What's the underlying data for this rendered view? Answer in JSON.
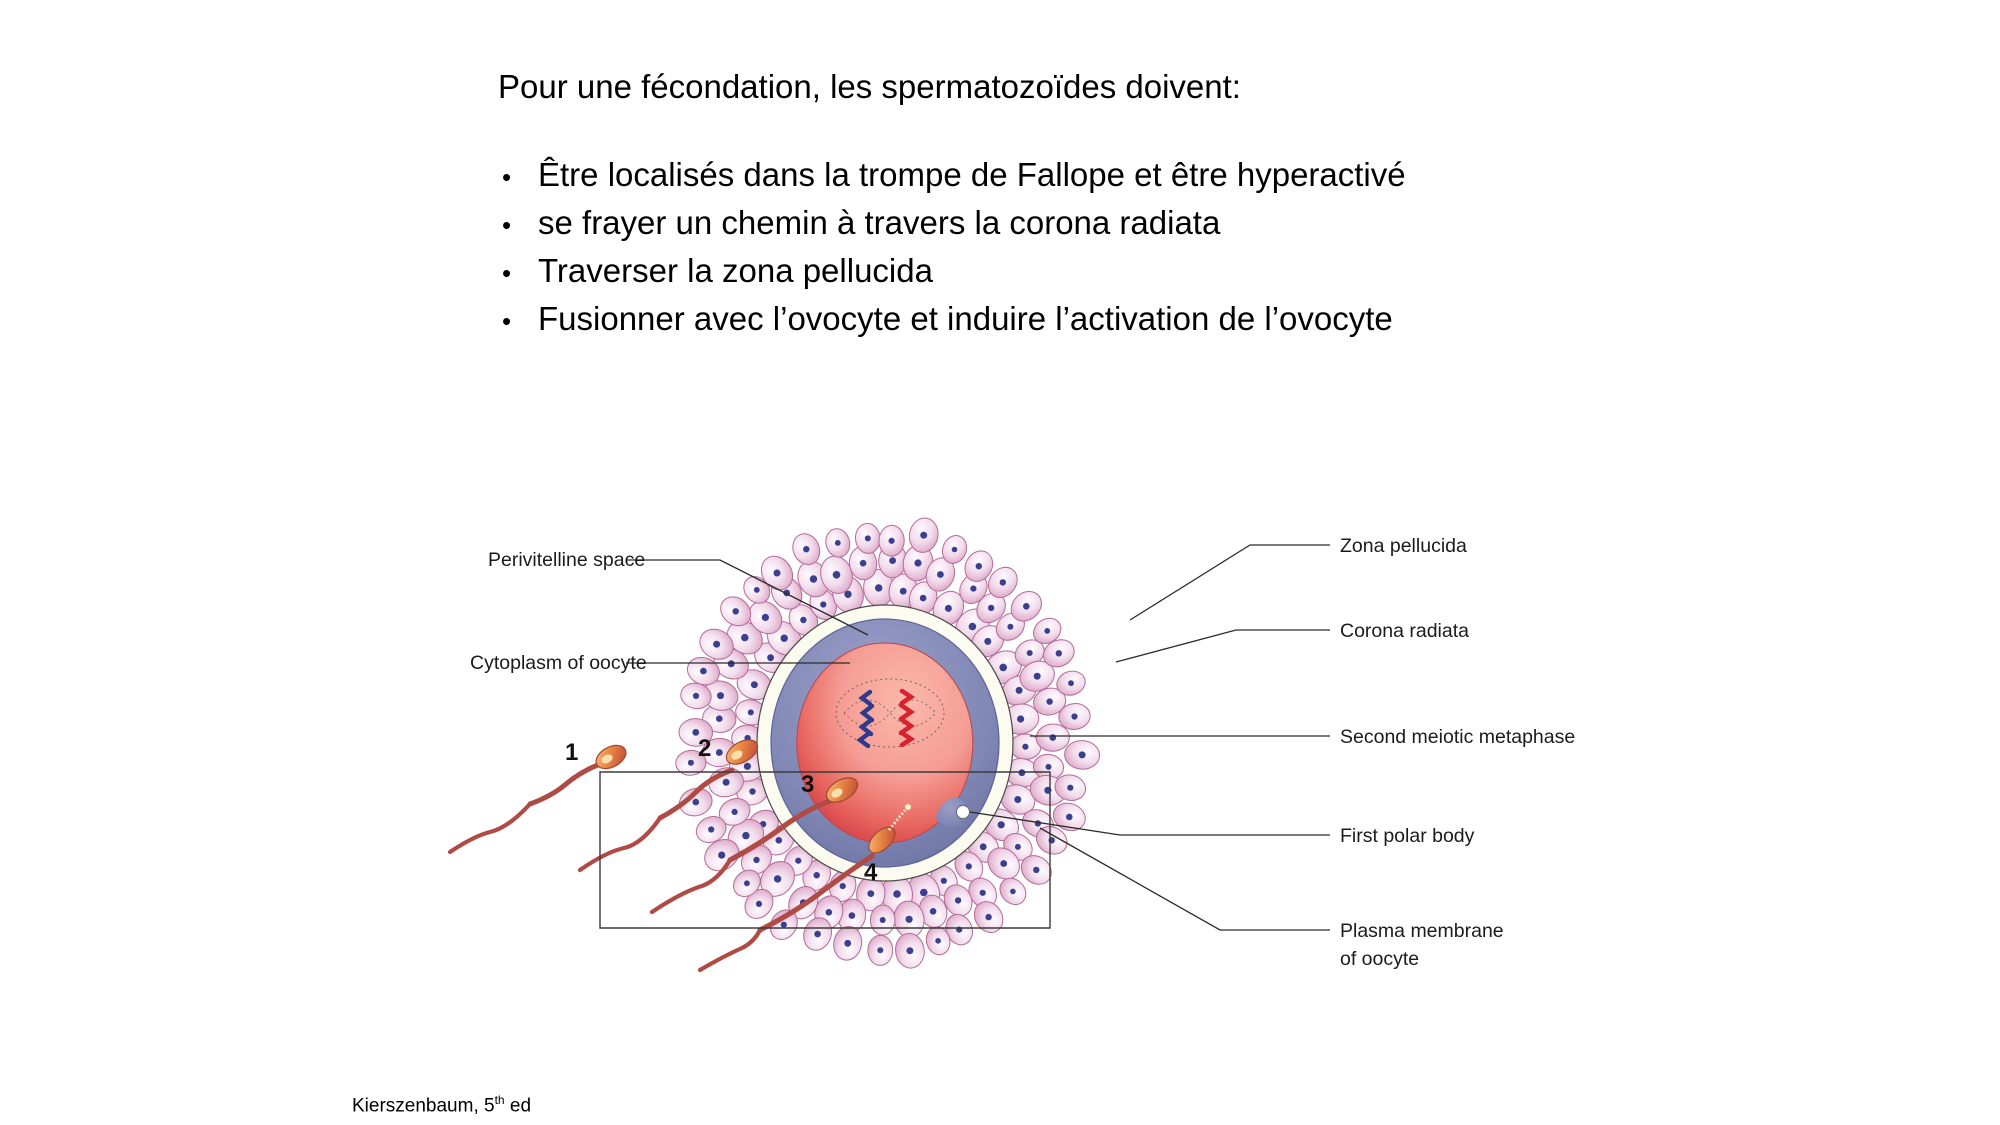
{
  "slide": {
    "intro": "Pour une fécondation, les spermatozoïdes doivent:",
    "bullet_char": "•",
    "bullets": [
      "Être localisés dans la trompe de Fallope et être hyperactivé",
      "se frayer un chemin à travers la corona radiata",
      "Traverser la zona pellucida",
      "Fusionner avec l’ovocyte et induire l’activation de l’ovocyte"
    ]
  },
  "figure": {
    "labels_left": [
      {
        "text": "Perivitelline space"
      },
      {
        "text": "Cytoplasm of oocyte"
      }
    ],
    "labels_right": [
      {
        "text": "Zona pellucida"
      },
      {
        "text": "Corona radiata"
      },
      {
        "text": "Second meiotic metaphase"
      },
      {
        "text": "First polar body"
      },
      {
        "text": "Plasma membrane"
      },
      {
        "text": "of oocyte"
      }
    ],
    "sperm_numbers": [
      "1",
      "2",
      "3",
      "4"
    ],
    "colors": {
      "cytoplasm_light": "#f7a9a0",
      "cytoplasm_deep": "#d8434f",
      "zona_pellucida": "#8187b5",
      "perivitelline_space": "#fbfbf0",
      "corona_cell_fill": "#f3dbe8",
      "corona_cell_edge": "#b46b97",
      "corona_nucleus": "#3b3f8f",
      "sperm_head": "#e8833f",
      "sperm_tail": "#b04a44",
      "chromosome_red": "#d6232c",
      "chromosome_blue": "#2e3a8c",
      "leader_line": "#2b2b2b"
    }
  },
  "footer": {
    "credit_main": "Kierszenbaum, 5",
    "credit_sup": "th",
    "credit_tail": " ed"
  }
}
